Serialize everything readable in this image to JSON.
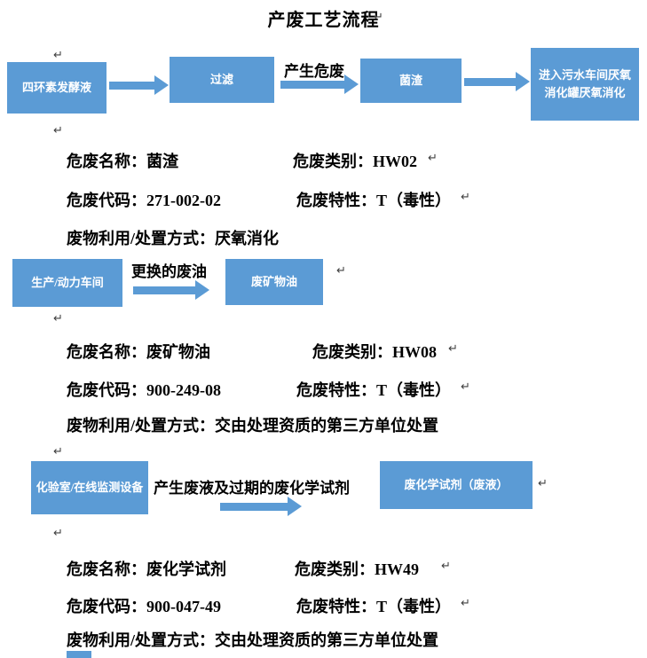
{
  "title": "产废工艺流程",
  "pilcrow": "↵",
  "colors": {
    "box_fill": "#5b9bd5",
    "box_text": "#ffffff",
    "arrow": "#5b9bd5",
    "body_text": "#000000",
    "paragraph_mark": "#3f3f3f"
  },
  "flow1": {
    "node1": "四环素发酵液",
    "node2": "过滤",
    "arrow_label": "产生危废",
    "node3": "菌渣",
    "node4": "进入污水车间厌氧消化罐厌氧消化"
  },
  "section1": {
    "name": "危废名称：菌渣",
    "category": "危废类别：HW02",
    "code": "危废代码：271-002-02",
    "trait": "危废特性：T（毒性）",
    "disposal": "废物利用/处置方式：厌氧消化"
  },
  "flow2": {
    "node1": "生产/动力车间",
    "arrow_label": "更换的废油",
    "node2": "废矿物油"
  },
  "section2": {
    "name": "危废名称：废矿物油",
    "category": "危废类别：HW08",
    "code": "危废代码：900-249-08",
    "trait": "危废特性：T（毒性）",
    "disposal": "废物利用/处置方式：交由处理资质的第三方单位处置"
  },
  "flow3": {
    "node1": "化验室/在线监测设备",
    "arrow_label": "产生废液及过期的废化学试剂",
    "node2": "废化学试剂（废液）"
  },
  "section3": {
    "name": "危废名称：废化学试剂",
    "category": "危废类别：HW49",
    "code": "危废代码：900-047-49",
    "trait": "危废特性：T（毒性）",
    "disposal": "废物利用/处置方式：交由处理资质的第三方单位处置"
  }
}
